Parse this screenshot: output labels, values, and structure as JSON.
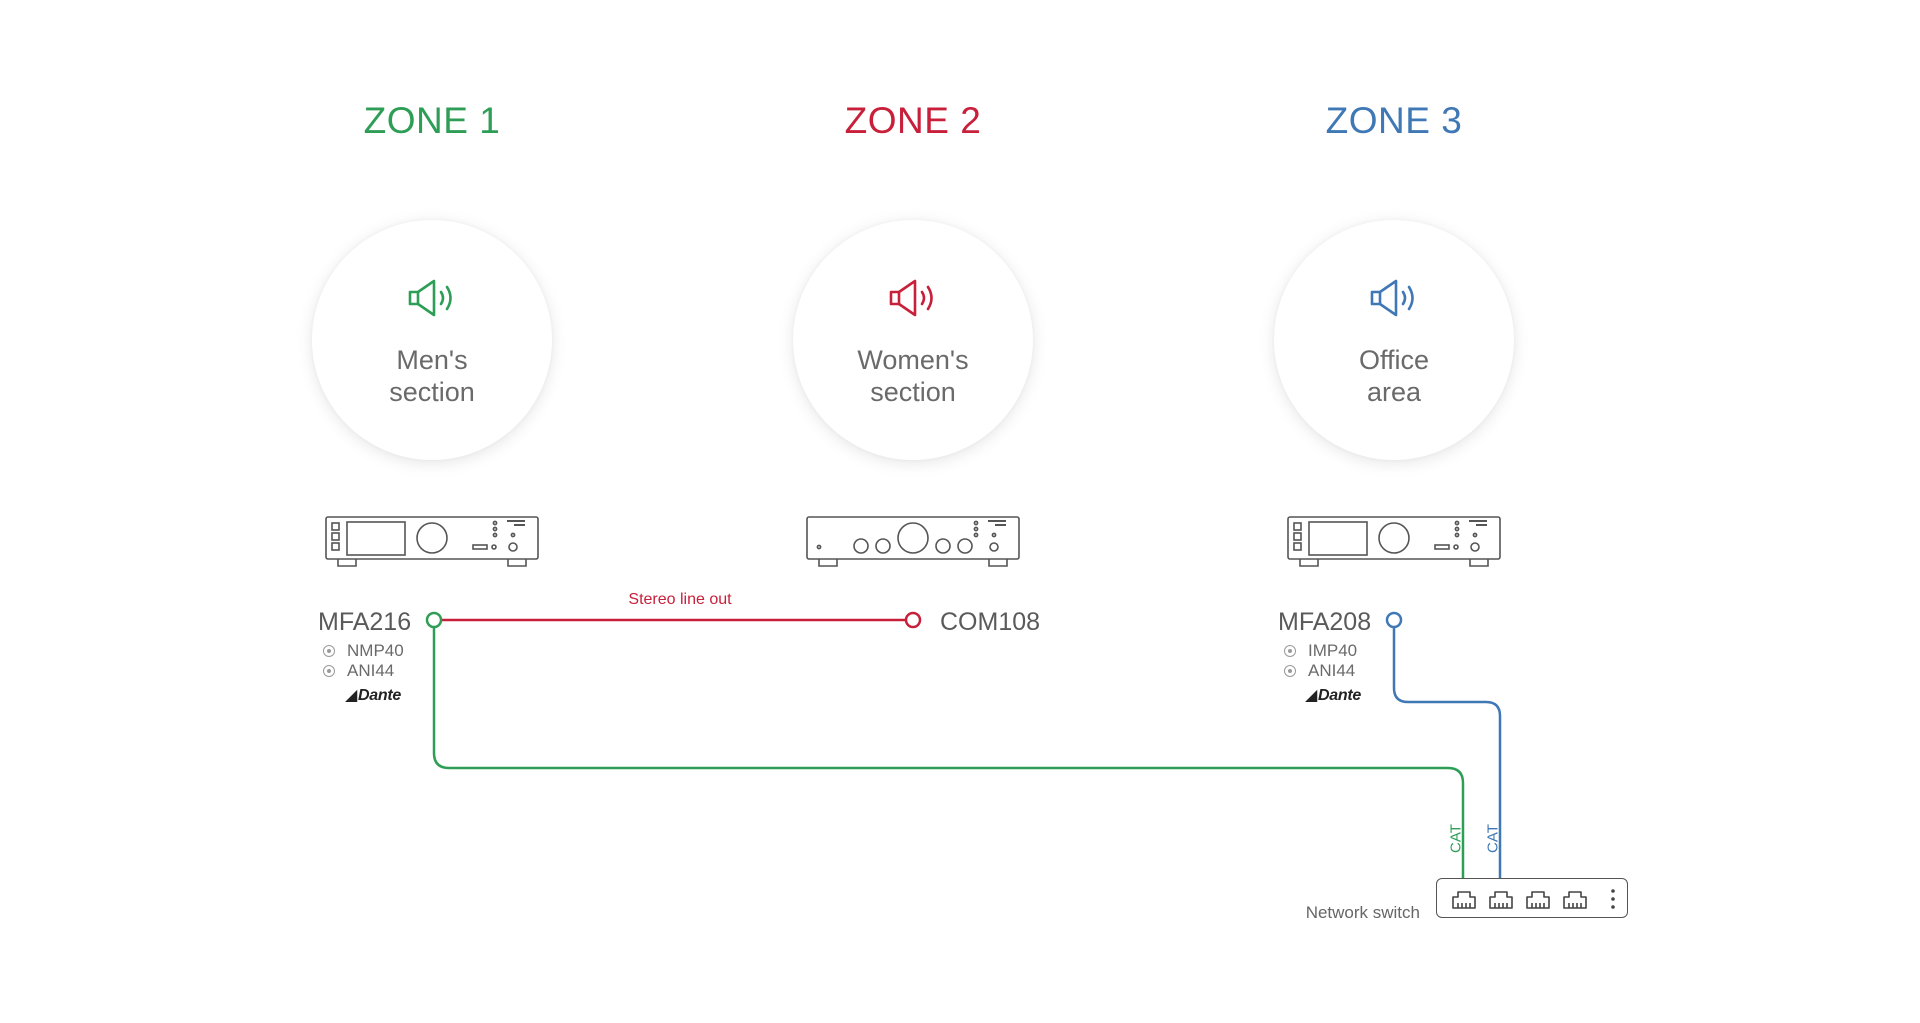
{
  "colors": {
    "zone1": "#2e9e57",
    "zone2": "#c81f3a",
    "zone3": "#3f78b5",
    "text": "#5a5a5a"
  },
  "zones": [
    {
      "title": "ZONE 1",
      "label_line1": "Men's",
      "label_line2": "section",
      "icon": "speaker-icon"
    },
    {
      "title": "ZONE 2",
      "label_line1": "Women's",
      "label_line2": "section",
      "icon": "speaker-icon"
    },
    {
      "title": "ZONE 3",
      "label_line1": "Office",
      "label_line2": "area",
      "icon": "speaker-icon"
    }
  ],
  "devices": [
    {
      "name": "MFA216",
      "modules": [
        "NMP40",
        "ANI44"
      ],
      "badge": "Dante"
    },
    {
      "name": "COM108"
    },
    {
      "name": "MFA208",
      "modules": [
        "IMP40",
        "ANI44"
      ],
      "badge": "Dante"
    }
  ],
  "connections": {
    "stereo_label": "Stereo line out",
    "cat_label_1": "CAT",
    "cat_label_2": "CAT"
  },
  "network_switch": {
    "label": "Network switch",
    "port_count": 4
  }
}
